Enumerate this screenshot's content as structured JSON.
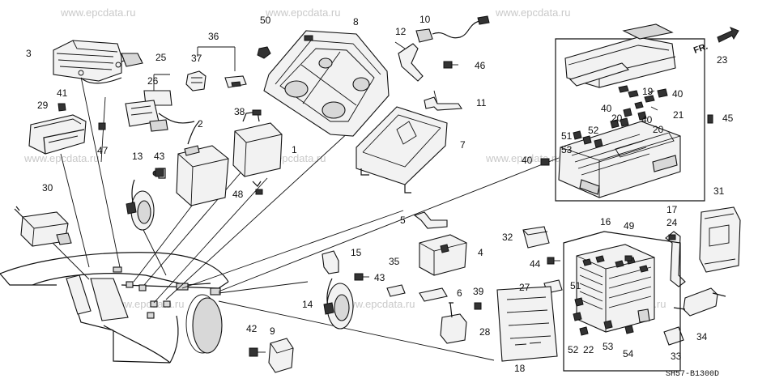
{
  "watermark": "www.epcdata.ru",
  "diagram_code": "SH57-B1300D",
  "front_marker": "FR.",
  "callouts": {
    "c1": "1",
    "c2": "2",
    "c3": "3",
    "c4": "4",
    "c5": "5",
    "c6": "6",
    "c7": "7",
    "c8": "8",
    "c9": "9",
    "c10": "10",
    "c11": "11",
    "c12": "12",
    "c13": "13",
    "c14": "14",
    "c15": "15",
    "c16": "16",
    "c17": "17",
    "c18": "18",
    "c19": "19",
    "c20a": "20",
    "c20b": "20",
    "c21": "21",
    "c22": "22",
    "c23": "23",
    "c24": "24",
    "c25": "25",
    "c26": "26",
    "c27": "27",
    "c28": "28",
    "c29": "29",
    "c30": "30",
    "c31": "31",
    "c32": "32",
    "c33": "33",
    "c34": "34",
    "c35": "35",
    "c36": "36",
    "c37": "37",
    "c38": "38",
    "c39": "39",
    "c40a": "40",
    "c40b": "40",
    "c40c": "40",
    "c40d": "40",
    "c41": "41",
    "c42": "42",
    "c43a": "43",
    "c43b": "43",
    "c44": "44",
    "c45": "45",
    "c46": "46",
    "c47": "47",
    "c48": "48",
    "c49": "49",
    "c50": "50",
    "c51a": "51",
    "c51b": "51",
    "c52a": "52",
    "c52b": "52",
    "c53a": "53",
    "c53b": "53",
    "c54": "54"
  }
}
